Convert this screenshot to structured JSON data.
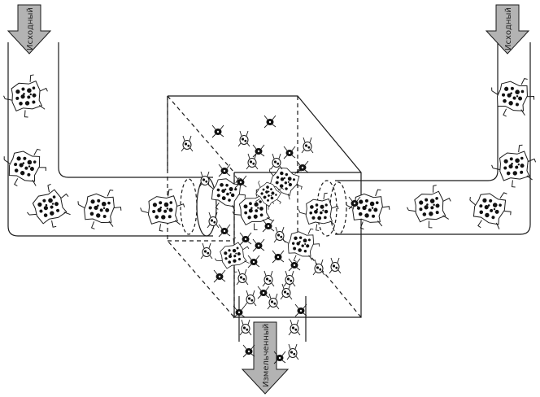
{
  "labels": {
    "input_left": "Исходный",
    "input_right": "Исходный",
    "output": "Измельченный"
  },
  "colors": {
    "stroke": "#1a1a1a",
    "arrow_fill": "#b3b3b3",
    "background": "#ffffff"
  }
}
